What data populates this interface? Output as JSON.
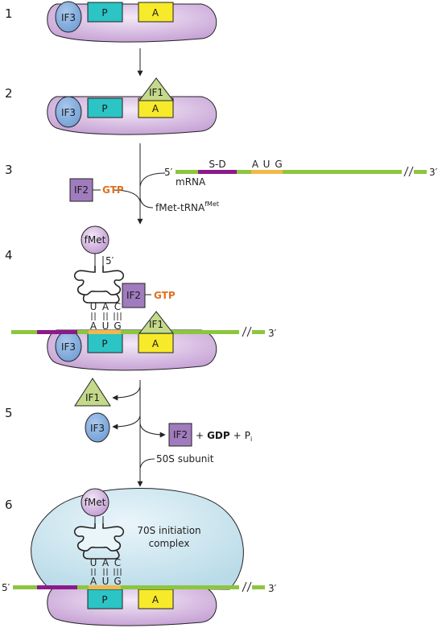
{
  "steps": [
    "1",
    "2",
    "3",
    "4",
    "5",
    "6"
  ],
  "factors": {
    "if1": "IF1",
    "if2": "IF2",
    "if3": "IF3"
  },
  "sites": {
    "p": "P",
    "a": "A"
  },
  "gtp": "GTP",
  "mrna": {
    "five_prime": "5′",
    "three_prime": "3′",
    "label": "mRNA",
    "sd": "S-D",
    "codon": [
      "A",
      "U",
      "G"
    ],
    "anticodon": [
      "U",
      "A",
      "C"
    ]
  },
  "trna": {
    "label_main": "fMet-tRNA",
    "label_sup": "fMet",
    "fmet": "fMet",
    "five_prime": "5′"
  },
  "release": {
    "plus1": "+",
    "gdp": "GDP",
    "plus2": "+",
    "pi": "P",
    "pi_sub": "i"
  },
  "subunit_label": "50S subunit",
  "complex_label": [
    "70S initiation",
    "complex"
  ],
  "colors": {
    "ribosome": "#c9a6d6",
    "ribosome_light": "#ecdcf2",
    "if3": "#7eaadc",
    "if1": "#c4d98a",
    "if2": "#a07cbe",
    "p_site": "#2cc4c4",
    "a_site": "#f7ea2a",
    "mrna_green": "#8cc63f",
    "sd_purple": "#8b1a8a",
    "aug_orange": "#f2b84b",
    "gtp_orange": "#e07020",
    "large_subunit": "#cde6f0",
    "fmet_ball": "#cfa9dd"
  }
}
